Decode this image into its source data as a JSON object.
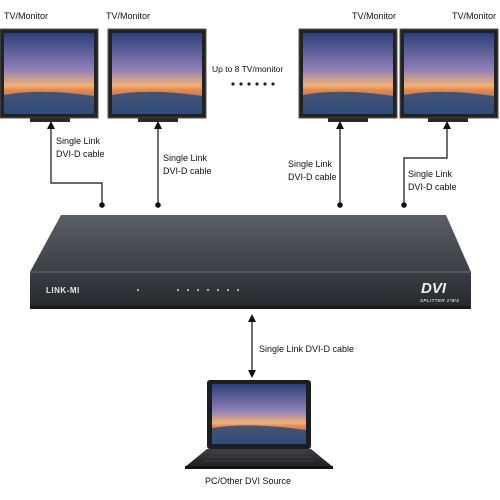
{
  "monitors": [
    {
      "label": "TV/Monitor"
    },
    {
      "label": "TV/Monitor"
    },
    {
      "label": "TV/Monitor"
    },
    {
      "label": "TV/Monitor"
    }
  ],
  "up_to_label": "Up to 8 TV/monitor",
  "cables": [
    {
      "line1": "Single Link",
      "line2": "DVI-D cable"
    },
    {
      "line1": "Single Link",
      "line2": "DVI-D cable"
    },
    {
      "line1": "Single Link",
      "line2": "DVI-D cable"
    },
    {
      "line1": "Single Link",
      "line2": "DVI-D cable"
    }
  ],
  "splitter": {
    "brand": "LINK-MI",
    "model_text": "DVI",
    "sub_text": "SPLITTER 1*8/4"
  },
  "source_cable_label": "Single Link DVI-D cable",
  "source_label": "PC/Other DVI Source"
}
